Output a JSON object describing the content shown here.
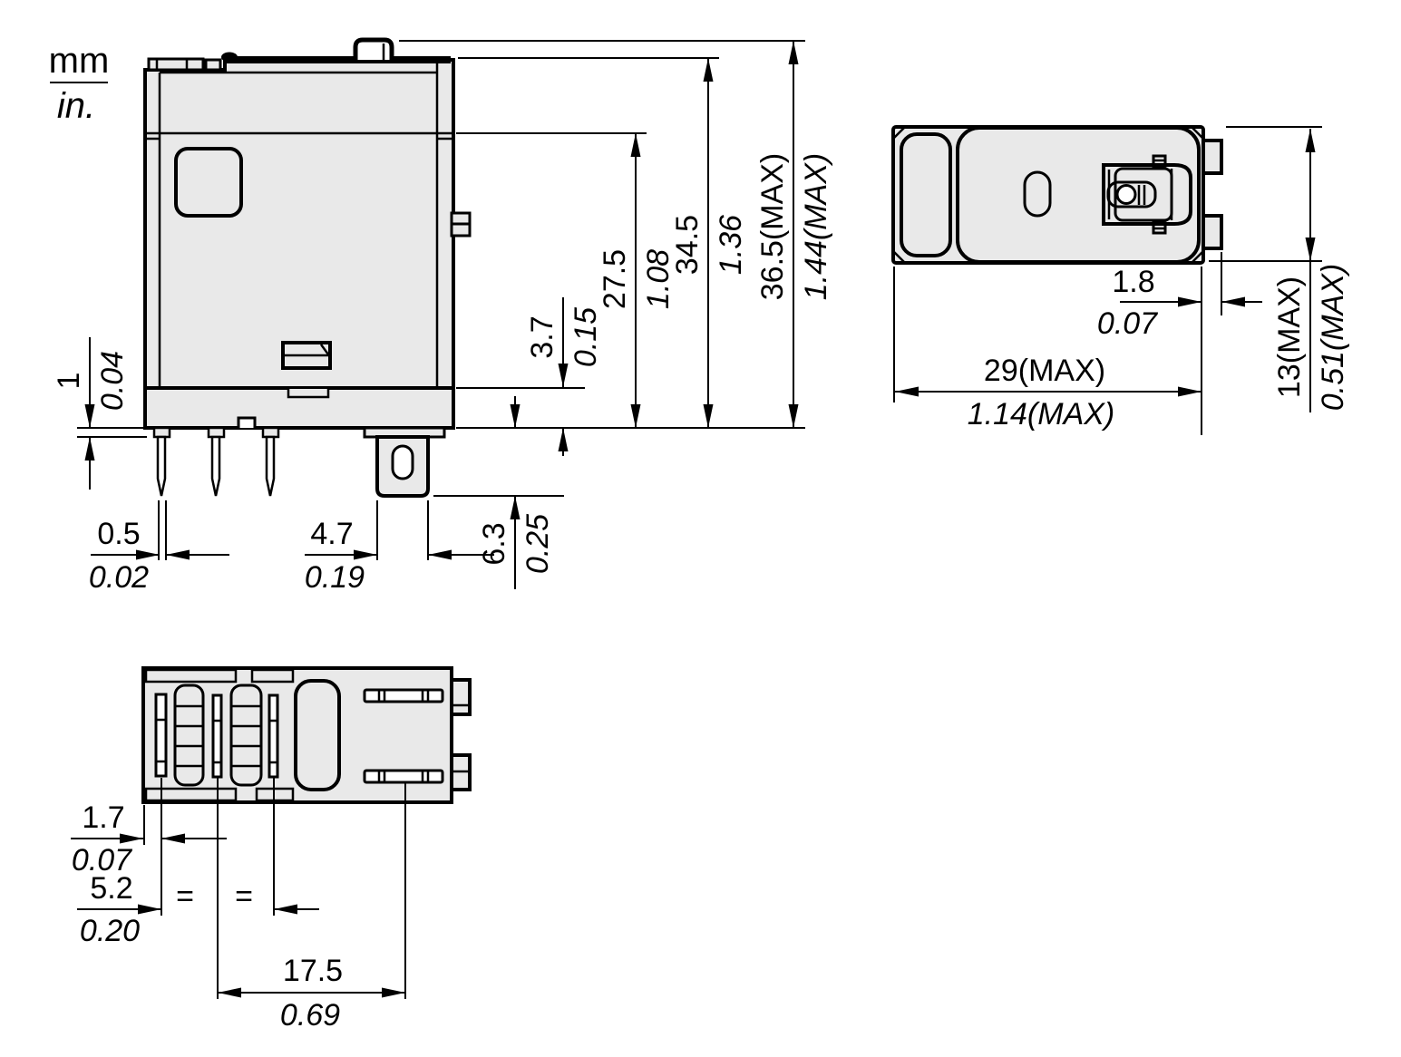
{
  "legend": {
    "mm_label": "mm",
    "in_label": "in."
  },
  "colors": {
    "line": "#000000",
    "body_fill": "#e9e9e9",
    "background": "#ffffff"
  },
  "side_view": {
    "dims": {
      "standoff": {
        "mm": "1",
        "in": "0.04"
      },
      "pin_width": {
        "mm": "0.5",
        "in": "0.02"
      },
      "blade_width": {
        "mm": "4.7",
        "in": "0.19"
      },
      "blade_length": {
        "mm": "6.3",
        "in": "0.25"
      },
      "base_height": {
        "mm": "3.7",
        "in": "0.15"
      },
      "body_height": {
        "mm": "27.5",
        "in": "1.08"
      },
      "case_height": {
        "mm": "34.5",
        "in": "1.36"
      },
      "total_height": {
        "mm": "36.5(MAX)",
        "in": "1.44(MAX)"
      }
    }
  },
  "top_view": {
    "dims": {
      "tab_offset": {
        "mm": "1.8",
        "in": "0.07"
      },
      "width": {
        "mm": "29(MAX)",
        "in": "1.14(MAX)"
      },
      "depth": {
        "mm": "13(MAX)",
        "in": "0.51(MAX)"
      }
    }
  },
  "bottom_view": {
    "dims": {
      "pin_edge_offset": {
        "mm": "1.7",
        "in": "0.07"
      },
      "pin_pitch": {
        "mm": "5.2",
        "in": "0.20"
      },
      "equal_spacing_mark": "=",
      "blade_span": {
        "mm": "17.5",
        "in": "0.69"
      }
    }
  }
}
